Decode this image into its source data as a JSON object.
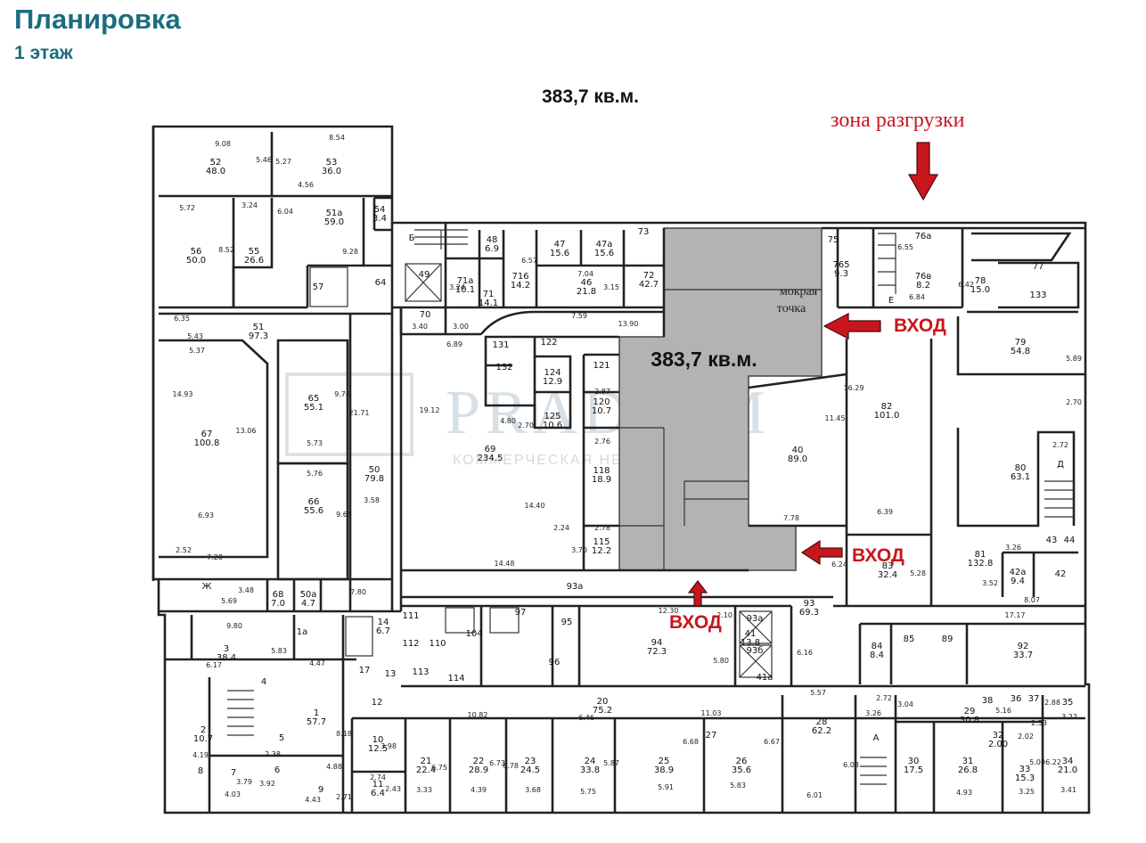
{
  "header": {
    "title": "Планировка",
    "floor": "1 этаж",
    "area_top": "383,7 кв.м."
  },
  "labels": {
    "unloading_zone": "зона разгрузки",
    "highlight_area": "383,7 кв.м.",
    "wet_point": [
      "мокрая",
      "точка"
    ],
    "entrance": "ВХОД"
  },
  "watermark": {
    "brand": "PRADIUM",
    "tagline": "КОММЕРЧЕСКАЯ НЕДВИЖИМОСТЬ"
  },
  "colors": {
    "title": "#1c6d80",
    "accent_red": "#c8161d",
    "highlight_fill": "#b3b3b3",
    "wall": "#222222"
  },
  "rooms": [
    {
      "n": "52",
      "a": "48.0"
    },
    {
      "n": "53",
      "a": "36.0"
    },
    {
      "n": "51a",
      "a": "59.0"
    },
    {
      "n": "54",
      "a": "3.4"
    },
    {
      "n": "56",
      "a": "50.0"
    },
    {
      "n": "55",
      "a": "26.6"
    },
    {
      "n": "51",
      "a": "97.3"
    },
    {
      "n": "67",
      "a": "100.8"
    },
    {
      "n": "65",
      "a": "55.1"
    },
    {
      "n": "50",
      "a": "79.8"
    },
    {
      "n": "66",
      "a": "55.6"
    },
    {
      "n": "68",
      "a": "7.0"
    },
    {
      "n": "50a",
      "a": "4.7"
    },
    {
      "n": "48",
      "a": "6.9"
    },
    {
      "n": "47",
      "a": "15.6"
    },
    {
      "n": "47a",
      "a": "15.6"
    },
    {
      "n": "71a",
      "a": "10.1"
    },
    {
      "n": "71",
      "a": "14.1"
    },
    {
      "n": "716",
      "a": "14.2"
    },
    {
      "n": "46",
      "a": "21.8"
    },
    {
      "n": "72",
      "a": "42.7"
    },
    {
      "n": "69",
      "a": "234.5"
    },
    {
      "n": "124",
      "a": "12.9"
    },
    {
      "n": "125",
      "a": "10.6"
    },
    {
      "n": "120",
      "a": "10.7"
    },
    {
      "n": "118",
      "a": "18.9"
    },
    {
      "n": "115",
      "a": "12.2"
    },
    {
      "n": "40",
      "a": "89.0"
    },
    {
      "n": "82",
      "a": "101.0"
    },
    {
      "n": "765",
      "a": "9.3"
    },
    {
      "n": "76a",
      "a": ""
    },
    {
      "n": "76в",
      "a": "8.2"
    },
    {
      "n": "78",
      "a": "15.0"
    },
    {
      "n": "79",
      "a": "54.8"
    },
    {
      "n": "80",
      "a": "63.1"
    },
    {
      "n": "81",
      "a": "132.8"
    },
    {
      "n": "83",
      "a": "32.4"
    },
    {
      "n": "42a",
      "a": "9.4"
    },
    {
      "n": "93",
      "a": "69.3"
    },
    {
      "n": "94",
      "a": "72.3"
    },
    {
      "n": "41",
      "a": "13.8"
    },
    {
      "n": "84",
      "a": "8.4"
    },
    {
      "n": "92",
      "a": "33.7"
    },
    {
      "n": "3",
      "a": "38.4"
    },
    {
      "n": "1",
      "a": "57.7"
    },
    {
      "n": "2",
      "a": "10.7"
    },
    {
      "n": "14",
      "a": "6.7"
    },
    {
      "n": "10",
      "a": "12.5"
    },
    {
      "n": "11",
      "a": "6.4"
    },
    {
      "n": "20",
      "a": "75.2"
    },
    {
      "n": "21",
      "a": "22.4"
    },
    {
      "n": "22",
      "a": "28.9"
    },
    {
      "n": "23",
      "a": "24.5"
    },
    {
      "n": "24",
      "a": "33.8"
    },
    {
      "n": "25",
      "a": "38.9"
    },
    {
      "n": "26",
      "a": "35.6"
    },
    {
      "n": "28",
      "a": "62.2"
    },
    {
      "n": "29",
      "a": "30.8"
    },
    {
      "n": "30",
      "a": "17.5"
    },
    {
      "n": "31",
      "a": "26.8"
    },
    {
      "n": "33",
      "a": "15.3"
    },
    {
      "n": "34",
      "a": "21.0"
    },
    {
      "n": "32",
      "a": "2.00"
    }
  ],
  "room_ids": [
    "49",
    "57",
    "64",
    "70",
    "Б",
    "73",
    "75",
    "77",
    "133",
    "131",
    "132",
    "122",
    "121",
    "Д",
    "43",
    "44",
    "42",
    "Е",
    "Ж",
    "93a",
    "97",
    "95",
    "96",
    "104",
    "110",
    "111",
    "112",
    "113",
    "114",
    "85",
    "89",
    "93a",
    "93б",
    "41a",
    "36",
    "37",
    "38",
    "35",
    "27",
    "А",
    "4",
    "5",
    "6",
    "7",
    "8",
    "9",
    "12",
    "13",
    "17",
    "1a"
  ],
  "dimensions": [
    "9.08",
    "8.54",
    "5.46",
    "5.27",
    "4.56",
    "5.72",
    "3.24",
    "6.04",
    "9.28",
    "8.52",
    "6.35",
    "5.43",
    "5.37",
    "14.93",
    "13.06",
    "6.93",
    "9.76",
    "5.73",
    "21.71",
    "5.76",
    "3.58",
    "9.65",
    "2.52",
    "7.28",
    "3.48",
    "5.69",
    "7.80",
    "3.40",
    "3.00",
    "6.89",
    "19.12",
    "7.59",
    "13.90",
    "2.87",
    "2.76",
    "4.80",
    "2.70",
    "14.40",
    "2.24",
    "3.70",
    "14.48",
    "2.78",
    "7.04",
    "3.15",
    "6.57",
    "3.24",
    "6.55",
    "6.84",
    "6.42",
    "5.89",
    "16.29",
    "11.45",
    "2.70",
    "2.72",
    "6.39",
    "7.78",
    "3.26",
    "8.07",
    "5.28",
    "6.24",
    "3.52",
    "17.17",
    "12.30",
    "2.10",
    "5.80",
    "6.16",
    "9.80",
    "5.83",
    "6.17",
    "4.47",
    "8.18",
    "2.38",
    "4.19",
    "3.79",
    "4.03",
    "3.92",
    "4.88",
    "4.43",
    "2.71",
    "3.98",
    "2.74",
    "2.43",
    "10.82",
    "6.46",
    "11.03",
    "6.75",
    "6.73",
    "6.78",
    "5.87",
    "6.68",
    "6.67",
    "3.33",
    "4.39",
    "3.68",
    "5.75",
    "5.91",
    "5.83",
    "5.57",
    "2.72",
    "3.26",
    "3.04",
    "5.16",
    "2.53",
    "2.88",
    "3.22",
    "2.02",
    "6.03",
    "6.01",
    "5.00",
    "6.22",
    "4.93",
    "3.25",
    "3.41"
  ]
}
